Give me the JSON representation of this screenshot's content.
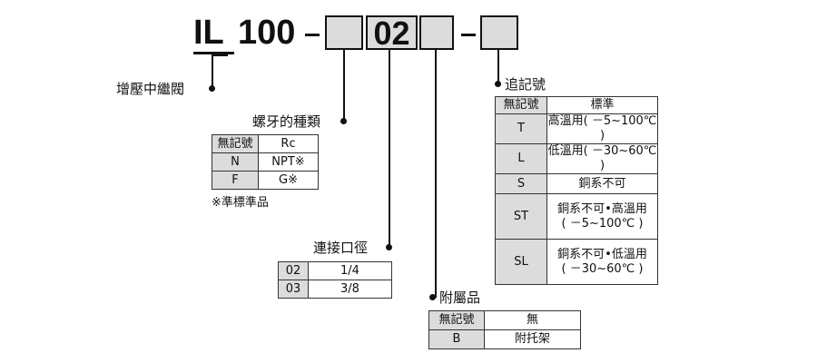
{
  "model_code": {
    "series": "IL",
    "number": "100",
    "dash": "-",
    "port_size_value": "02"
  },
  "labels": {
    "type": "增壓中繼閥",
    "thread_type": "螺牙的種類",
    "port_size": "連接口徑",
    "bracket": "附屬品",
    "option": "追記號"
  },
  "thread_table": {
    "header": [
      "無記號",
      "Rc"
    ],
    "rows": [
      [
        "N",
        "NPT※"
      ],
      [
        "F",
        "G※"
      ]
    ],
    "note": "※準標準品"
  },
  "port_table": {
    "rows": [
      [
        "02",
        "1/4"
      ],
      [
        "03",
        "3/8"
      ]
    ]
  },
  "bracket_table": {
    "header": [
      "無記號",
      "無"
    ],
    "rows": [
      [
        "B",
        "附托架"
      ]
    ]
  },
  "option_table": {
    "header": [
      "無記號",
      "標準"
    ],
    "rows": [
      [
        "T",
        "高溫用( －5~100℃ )"
      ],
      [
        "L",
        "低溫用( －30~60℃ )"
      ],
      [
        "S",
        "銅系不可"
      ],
      [
        "ST",
        "銅系不可•高溫用\n( －5~100℃ )"
      ],
      [
        "SL",
        "銅系不可•低溫用\n( －30~60℃ )"
      ]
    ]
  }
}
